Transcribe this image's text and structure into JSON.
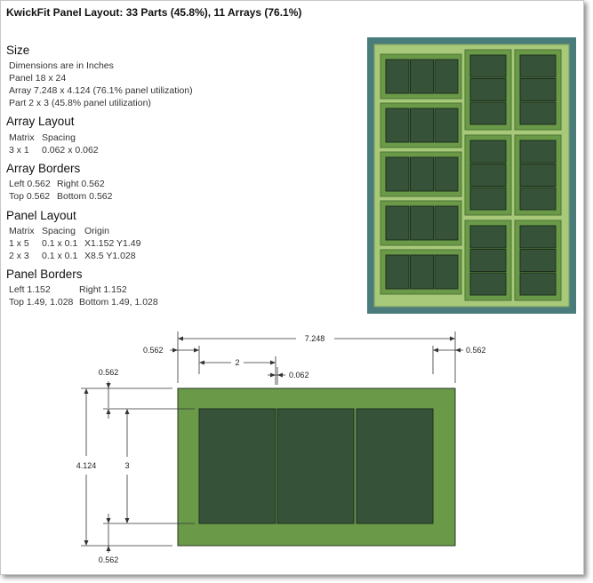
{
  "title": "KwickFit Panel Layout: 33 Parts (45.8%), 11 Arrays (76.1%)",
  "size": {
    "heading": "Size",
    "lines": [
      "Dimensions are in Inches",
      "Panel 18 x 24",
      "Array 7.248 x 4.124 (76.1% panel utilization)",
      "Part 2 x 3 (45.8% panel utilization)"
    ]
  },
  "array_layout": {
    "heading": "Array Layout",
    "col_matrix": "Matrix",
    "col_spacing": "Spacing",
    "matrix": "3 x 1",
    "spacing": "0.062 x 0.062"
  },
  "array_borders": {
    "heading": "Array Borders",
    "left": "Left 0.562",
    "right": "Right 0.562",
    "top": "Top 0.562",
    "bottom": "Bottom 0.562"
  },
  "panel_layout": {
    "heading": "Panel Layout",
    "col_matrix": "Matrix",
    "col_spacing": "Spacing",
    "col_origin": "Origin",
    "rows": [
      {
        "matrix": "1 x 5",
        "spacing": "0.1 x 0.1",
        "origin": "X1.152 Y1.49"
      },
      {
        "matrix": "2 x 3",
        "spacing": "0.1 x 0.1",
        "origin": "X8.5 Y1.028"
      }
    ]
  },
  "panel_borders": {
    "heading": "Panel Borders",
    "left": "Left 1.152",
    "right": "Right 1.152",
    "top": "Top 1.49, 1.028",
    "bottom": "Bottom 1.49, 1.028"
  },
  "dimensions": {
    "array_width": "7.248",
    "left_border": "0.562",
    "right_border": "0.562",
    "part_width": "2",
    "spacing": "0.062",
    "top_border": "0.562",
    "bottom_border": "0.562",
    "array_height": "4.124",
    "part_height": "3"
  },
  "colors": {
    "panel_outer": "#4a7c7c",
    "panel_inner": "#a8c97a",
    "array_fill": "#6a9a48",
    "part_fill": "#36533a",
    "part_stroke": "#1e2e1e"
  }
}
